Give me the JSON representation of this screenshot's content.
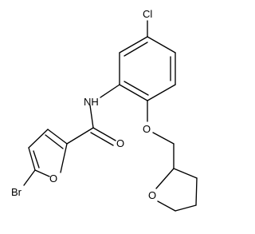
{
  "molecule": {
    "atoms": [
      {
        "id": "cl",
        "label": "Cl"
      },
      {
        "id": "nh",
        "label": "NH"
      },
      {
        "id": "o_carbonyl",
        "label": "O"
      },
      {
        "id": "o_furan",
        "label": "O"
      },
      {
        "id": "br",
        "label": "Br"
      },
      {
        "id": "o_ether",
        "label": "O"
      },
      {
        "id": "o_thf",
        "label": "O"
      }
    ]
  }
}
